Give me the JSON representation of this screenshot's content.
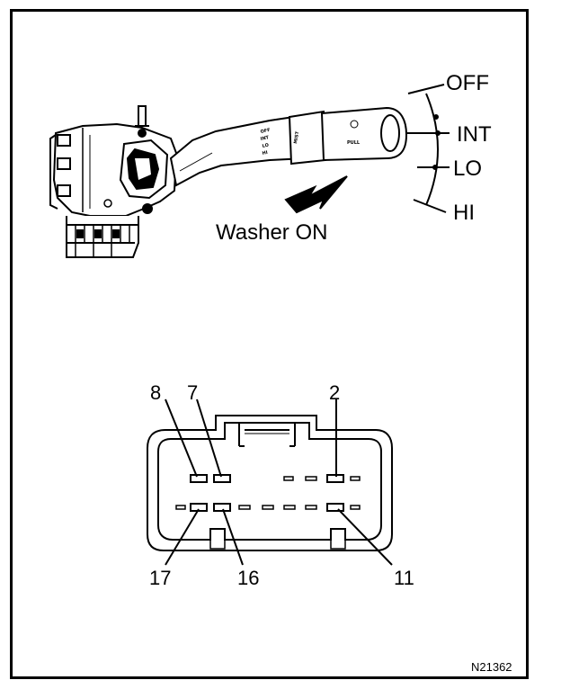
{
  "switch_positions": {
    "off": "OFF",
    "int": "INT",
    "lo": "LO",
    "hi": "HI"
  },
  "washer_label": "Washer ON",
  "lever_markings": {
    "pull": "PULL",
    "mist": "MIST",
    "lever_scale": [
      "OFF",
      "INT",
      "LO",
      "HI"
    ]
  },
  "connector": {
    "top_pins": [
      "8",
      "7",
      "2"
    ],
    "bottom_pins": [
      "17",
      "16",
      "11"
    ]
  },
  "figure_id": "N21362"
}
